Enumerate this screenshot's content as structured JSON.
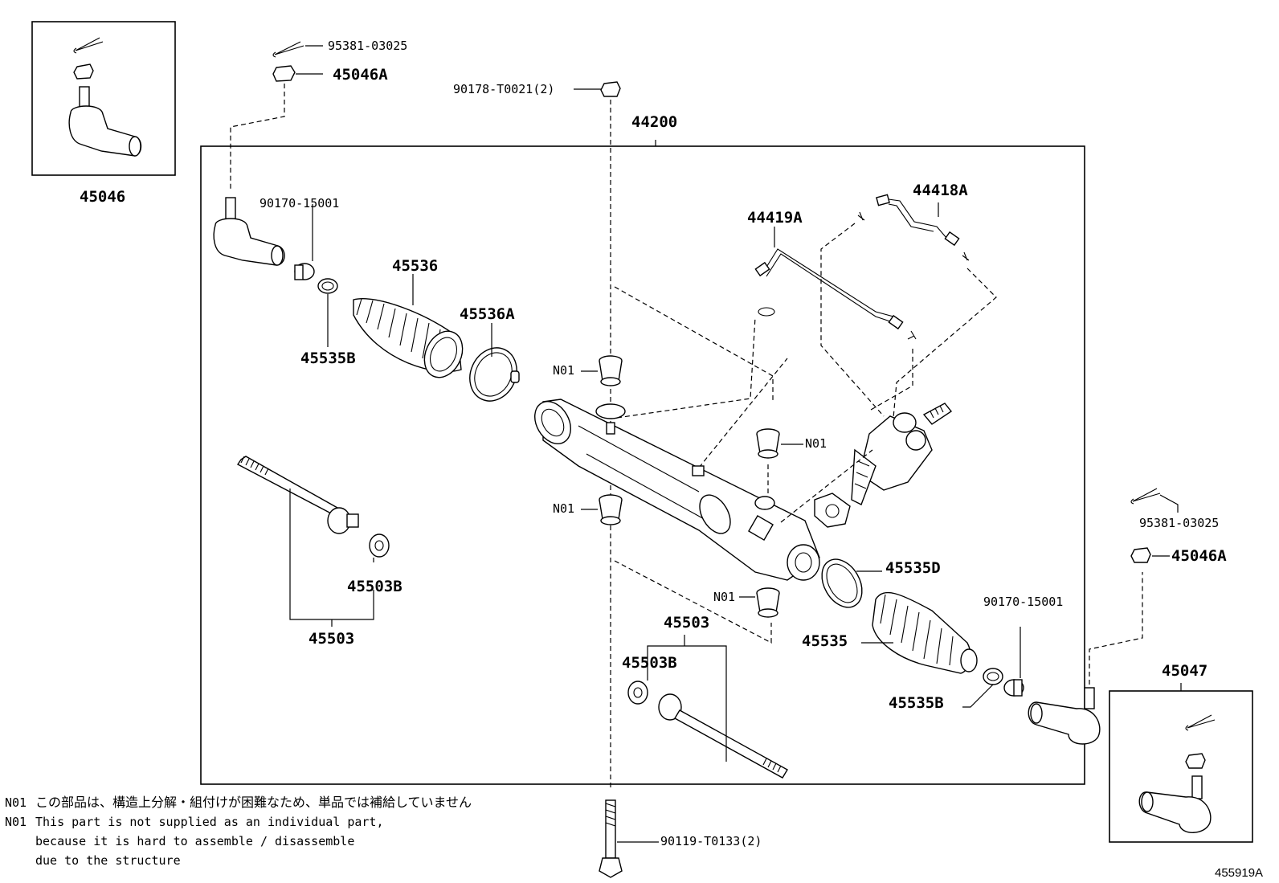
{
  "labels": {
    "p45046": "45046",
    "p95381_top": "95381-03025",
    "p45046A_top": "45046A",
    "p90178": "90178-T0021(2)",
    "p44200": "44200",
    "p90170_left": "90170-15001",
    "p45536": "45536",
    "p45536A": "45536A",
    "p45535B_left": "45535B",
    "p44419A": "44419A",
    "p44418A": "44418A",
    "n01_a": "N01",
    "n01_b": "N01",
    "n01_c": "N01",
    "n01_d": "N01",
    "p45503B_left": "45503B",
    "p45503_left": "45503",
    "p95381_right": "95381-03025",
    "p45046A_right": "45046A",
    "p45535D": "45535D",
    "p90170_right": "90170-15001",
    "p45535": "45535",
    "p45503_mid": "45503",
    "p45503B_mid": "45503B",
    "p45535B_right": "45535B",
    "p45047": "45047",
    "p90119": "90119-T0133(2)"
  },
  "notes": {
    "jp_prefix": "N01",
    "jp_text": "この部品は、構造上分解・組付けが困難なため、単品では補給していません",
    "en_prefix": "N01",
    "en_line1": "This part is not supplied as an individual part,",
    "en_line2": "because it is hard to assemble / disassemble",
    "en_line3": "due to the structure"
  },
  "figure_id": "455919A"
}
